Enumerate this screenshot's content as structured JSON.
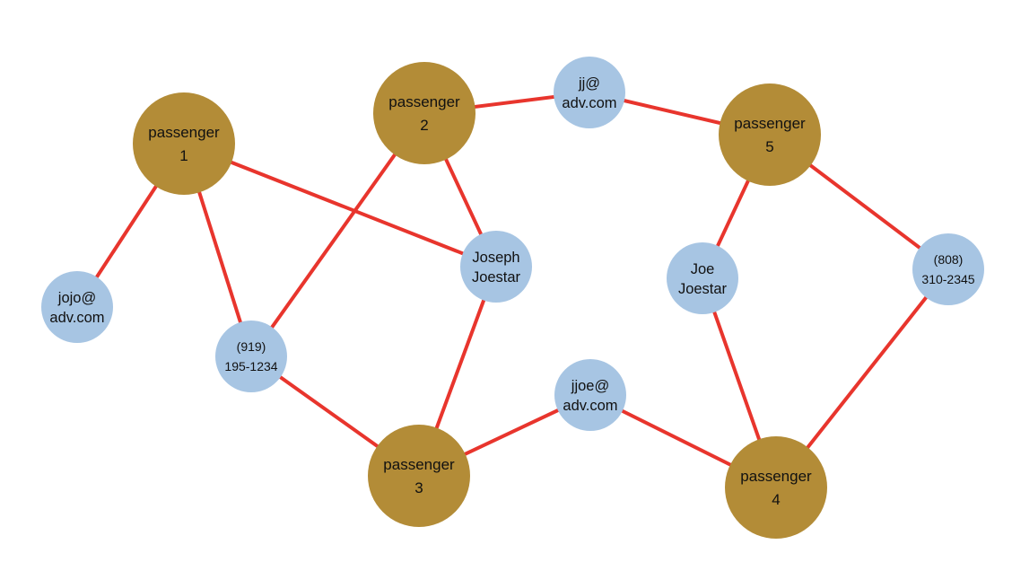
{
  "colors": {
    "passenger": "#B38C37",
    "attribute": "#A7C5E3",
    "edge": "#E8352D"
  },
  "nodes": [
    {
      "id": "p1",
      "type": "passenger",
      "lines": [
        "passenger",
        "1"
      ]
    },
    {
      "id": "p2",
      "type": "passenger",
      "lines": [
        "passenger",
        "2"
      ]
    },
    {
      "id": "p3",
      "type": "passenger",
      "lines": [
        "passenger",
        "3"
      ]
    },
    {
      "id": "p4",
      "type": "passenger",
      "lines": [
        "passenger",
        "4"
      ]
    },
    {
      "id": "p5",
      "type": "passenger",
      "lines": [
        "passenger",
        "5"
      ]
    },
    {
      "id": "jj",
      "type": "attribute",
      "lines": [
        "jj@",
        "adv.com"
      ]
    },
    {
      "id": "jojo",
      "type": "attribute",
      "lines": [
        "jojo@",
        "adv.com"
      ]
    },
    {
      "id": "joseph",
      "type": "attribute",
      "lines": [
        "Joseph",
        "Joestar"
      ]
    },
    {
      "id": "ph919",
      "type": "attribute",
      "lines": [
        "(919)",
        "195-1234"
      ]
    },
    {
      "id": "jjoe",
      "type": "attribute",
      "lines": [
        "jjoe@",
        "adv.com"
      ]
    },
    {
      "id": "joe",
      "type": "attribute",
      "lines": [
        "Joe",
        "Joestar"
      ]
    },
    {
      "id": "ph808",
      "type": "attribute",
      "lines": [
        "(808)",
        "310-2345"
      ]
    }
  ],
  "edges": [
    [
      "p1",
      "jojo"
    ],
    [
      "p1",
      "ph919"
    ],
    [
      "p1",
      "joseph"
    ],
    [
      "p2",
      "ph919"
    ],
    [
      "p2",
      "joseph"
    ],
    [
      "p2",
      "jj"
    ],
    [
      "jj",
      "p5"
    ],
    [
      "p5",
      "joe"
    ],
    [
      "p5",
      "ph808"
    ],
    [
      "joseph",
      "p3"
    ],
    [
      "ph919",
      "p3"
    ],
    [
      "p3",
      "jjoe"
    ],
    [
      "jjoe",
      "p4"
    ],
    [
      "joe",
      "p4"
    ],
    [
      "ph808",
      "p4"
    ]
  ]
}
